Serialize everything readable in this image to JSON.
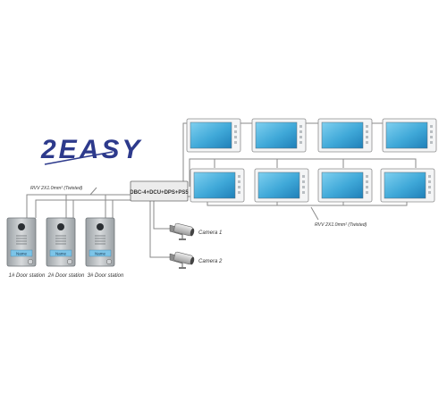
{
  "logo": {
    "text": "2EASY",
    "color": "#2d3a8c"
  },
  "controller": {
    "label": "DBC-4+DCU+DPS+PS5"
  },
  "cables": {
    "left": "RVV 2X1.0mm² (Twisted)",
    "right": "RVV 2X1.0mm² (Twisted)"
  },
  "cameras": [
    {
      "label": "Camera 1"
    },
    {
      "label": "Camera 2"
    }
  ],
  "door_stations": [
    {
      "label": "1# Door station",
      "name_tag": "Name"
    },
    {
      "label": "2# Door station",
      "name_tag": "Name"
    },
    {
      "label": "3# Door station",
      "name_tag": "Name"
    }
  ],
  "monitors": {
    "count": 8,
    "screen_color": "#3fa8d8"
  }
}
